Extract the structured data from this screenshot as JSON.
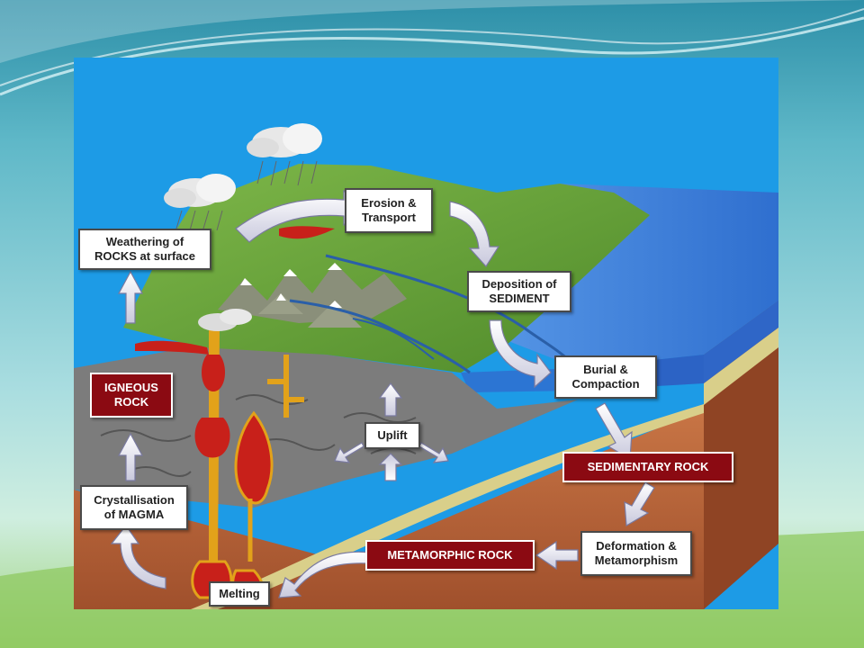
{
  "labels": {
    "weathering": "Weathering of\nROCKS at surface",
    "erosion": "Erosion &\nTransport",
    "deposition": "Deposition of\nSEDIMENT",
    "burial": "Burial &\nCompaction",
    "uplift": "Uplift",
    "crystallisation": "Crystallisation\nof MAGMA",
    "deformation": "Deformation &\nMetamorphism",
    "melting": "Melting"
  },
  "rock_types": {
    "igneous": "IGNEOUS\nROCK",
    "sedimentary": "SEDIMENTARY ROCK",
    "metamorphic": "METAMORPHIC ROCK"
  },
  "colors": {
    "sky": "#1d9be6",
    "land": "#6fa83a",
    "ocean": "#3f7fd8",
    "bedrock": "#7a7a7a",
    "crust": "#b8603a",
    "sediment_band": "#d9cf8a",
    "magma": "#c8201a",
    "rock_label": "#8b0a12"
  }
}
